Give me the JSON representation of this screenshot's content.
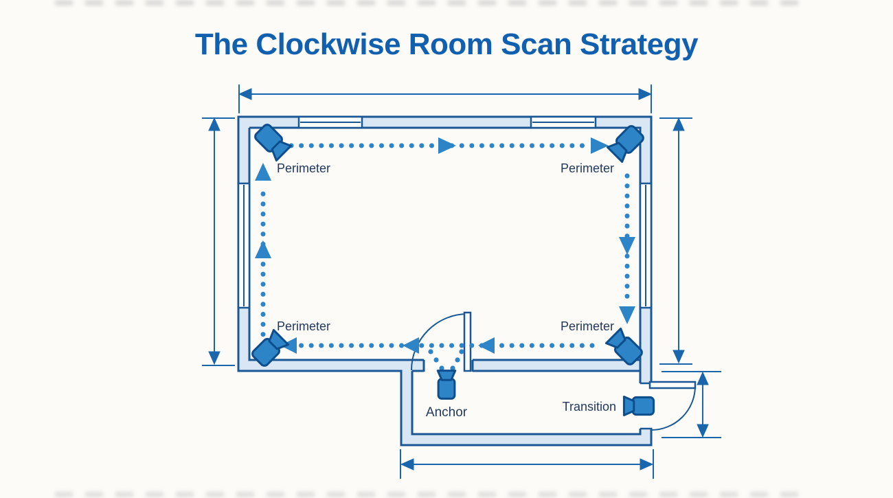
{
  "title": "The Clockwise Room Scan Strategy",
  "labels": {
    "perimeter_top_left": "Perimeter",
    "perimeter_top_right": "Perimeter",
    "perimeter_bottom_left": "Perimeter",
    "perimeter_bottom_right": "Perimeter",
    "anchor": "Anchor",
    "transition": "Transition"
  },
  "icons": {
    "corner_cameras": "video-camera-icon",
    "anchor_camera": "video-camera-icon",
    "transition_camera": "video-camera-icon",
    "scan_path_arrows": "triangle-arrow-icon",
    "dimension_arrows": "dimension-arrow-icon"
  },
  "colors": {
    "title": "#1160b0",
    "wall_stroke": "#1a5795",
    "wall_fill": "#d9e7f5",
    "scan_path": "#2d85c7",
    "dimension_lines": "#1966ad",
    "label_text": "#21395c",
    "background": "#fcfbf8"
  },
  "diagram": {
    "type": "floor-plan-scan-strategy",
    "scan_direction": "clockwise",
    "scan_points": [
      "Perimeter",
      "Perimeter",
      "Perimeter",
      "Perimeter",
      "Anchor",
      "Transition"
    ]
  }
}
